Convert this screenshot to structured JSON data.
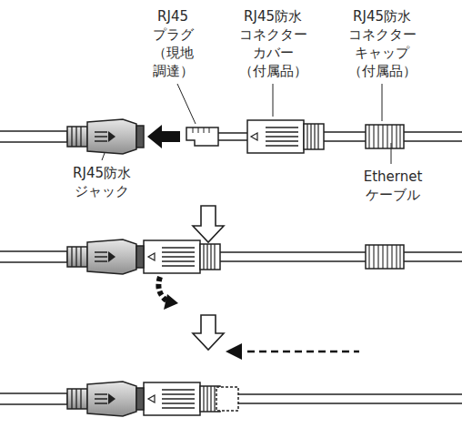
{
  "diagram": {
    "labels": [
      "RJ45 プラグ （現地 調達）",
      "RJ45防水 コネクター カバー （付属品）",
      "RJ45防水 コネクター キャップ （付属品）",
      "RJ45防水 ジャック",
      "Ethernet ケーブル"
    ]
  }
}
